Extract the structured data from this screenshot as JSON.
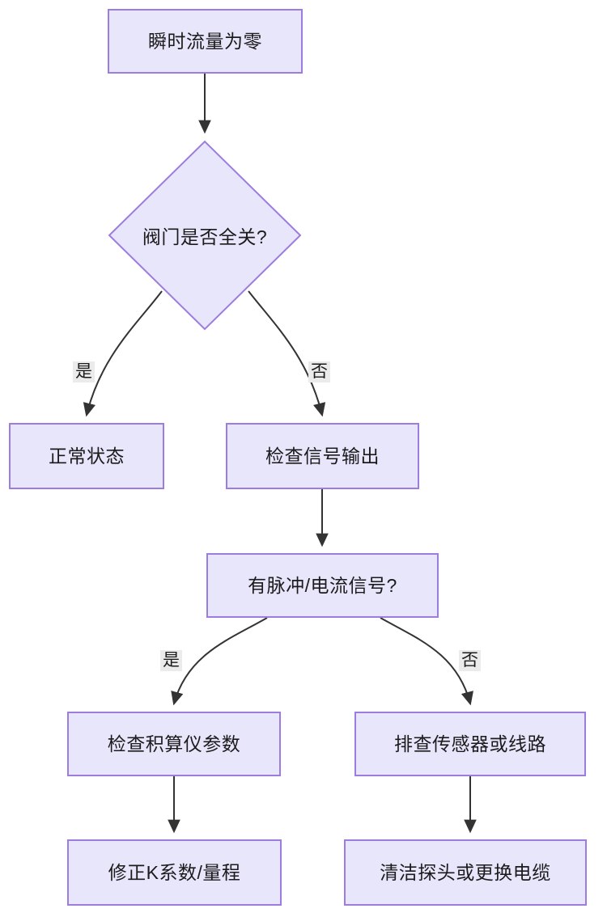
{
  "diagram": {
    "type": "flowchart",
    "title_text": "瞬时流量为零",
    "theme": {
      "node_fill": "#e8e6fb",
      "node_border": "#9d7ce0",
      "edge_color": "#333333",
      "edge_label_bg": "#ebebeb",
      "text_color": "#1b1b1b",
      "background": "#ffffff"
    },
    "nodes": [
      {
        "id": "n1",
        "label": "瞬时流量为零",
        "shape": "rect"
      },
      {
        "id": "n2",
        "label": "阀门是否全关?",
        "shape": "diamond"
      },
      {
        "id": "n3",
        "label": "正常状态",
        "shape": "rect"
      },
      {
        "id": "n4",
        "label": "检查信号输出",
        "shape": "rect"
      },
      {
        "id": "n5",
        "label": "有脉冲/电流信号?",
        "shape": "rect"
      },
      {
        "id": "n6",
        "label": "检查积算仪参数",
        "shape": "rect"
      },
      {
        "id": "n7",
        "label": "排查传感器或线路",
        "shape": "rect"
      },
      {
        "id": "n8",
        "label": "修正K系数/量程",
        "shape": "rect"
      },
      {
        "id": "n9",
        "label": "清洁探头或更换电缆",
        "shape": "rect"
      }
    ],
    "edges": [
      {
        "from": "n1",
        "to": "n2",
        "label": ""
      },
      {
        "from": "n2",
        "to": "n3",
        "label": "是"
      },
      {
        "from": "n2",
        "to": "n4",
        "label": "否"
      },
      {
        "from": "n4",
        "to": "n5",
        "label": ""
      },
      {
        "from": "n5",
        "to": "n6",
        "label": "是"
      },
      {
        "from": "n5",
        "to": "n7",
        "label": "否"
      },
      {
        "from": "n6",
        "to": "n8",
        "label": ""
      },
      {
        "from": "n7",
        "to": "n9",
        "label": ""
      }
    ],
    "edge_labels": {
      "valve_yes": "是",
      "valve_no": "否",
      "signal_yes": "是",
      "signal_no": "否"
    }
  }
}
